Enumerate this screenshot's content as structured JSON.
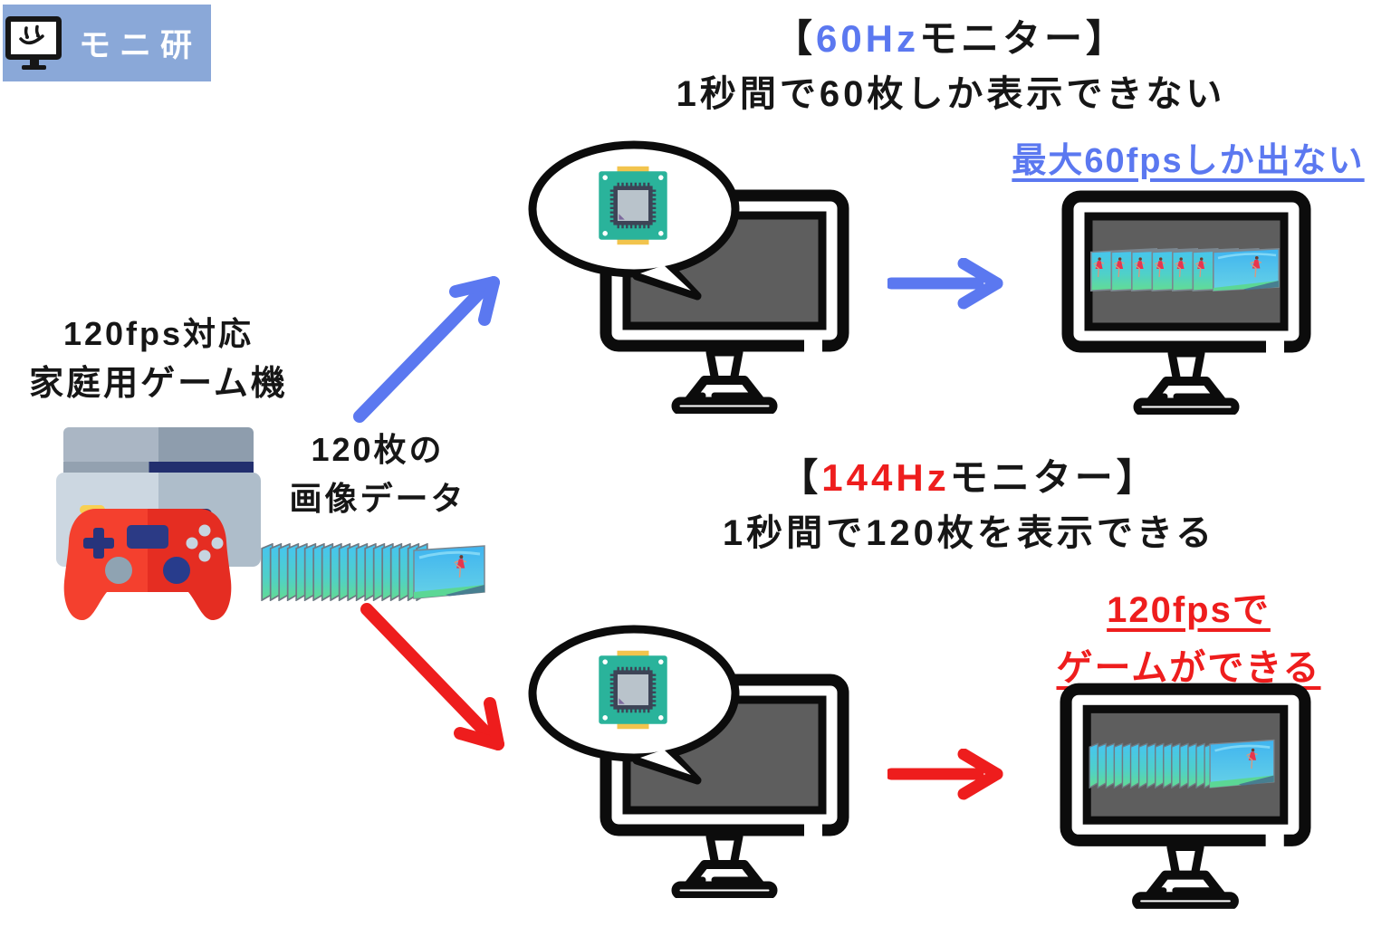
{
  "logo": {
    "text": "モニ研",
    "bg_color": "#8aa8d8"
  },
  "source": {
    "caption_line1": "120fps対応",
    "caption_line2": "家庭用ゲーム機"
  },
  "data_stack": {
    "label_line1": "120枚の",
    "label_line2": "画像データ"
  },
  "branch_60hz": {
    "title_open": "【",
    "title_rate": "60Hz",
    "title_close": "モニター】",
    "subtitle": "1秒間で60枚しか表示できない",
    "note": "最大60fpsしか出ない",
    "accent_color": "#5b78f0"
  },
  "branch_144hz": {
    "title_open": "【",
    "title_rate": "144Hz",
    "title_close": "モニター】",
    "subtitle": "1秒間で120枚を表示できる",
    "note_line1": "120fpsで",
    "note_line2": "ゲームができる",
    "accent_color": "#ee1d1d"
  },
  "icons": {
    "logo": "monitor-smiley-icon",
    "console": "game-console-icon",
    "image_stack": "image-frames-stack-icon",
    "chip": "cpu-chip-icon",
    "speech_bubble": "speech-bubble-icon",
    "monitor": "monitor-icon",
    "arrow_up_right": "arrow-up-right-icon",
    "arrow_right": "arrow-right-icon",
    "arrow_down_right": "arrow-down-right-icon"
  },
  "colors": {
    "blue_accent": "#5b78f0",
    "red_accent": "#ee1d1d",
    "text_black": "#161616",
    "screen_gray": "#5e5e5e",
    "chip_teal": "#2ab39b",
    "logo_background": "#8aa8d8"
  }
}
